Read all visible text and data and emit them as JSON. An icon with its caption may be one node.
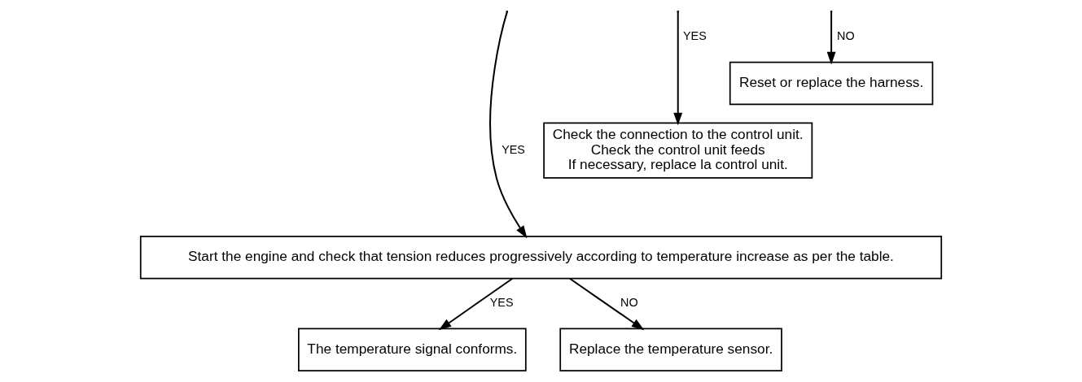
{
  "diagram": {
    "nodes": [
      {
        "text": [
          "Check the connection to the control unit.",
          "Check the control unit feeds",
          "If necessary, replace la control unit."
        ]
      },
      {
        "text": [
          "Reset or replace the harness."
        ]
      },
      {
        "text": [
          "Start the engine and check that tension reduces progressively according to temperature increase as per the table."
        ]
      },
      {
        "text": [
          "The temperature signal conforms."
        ]
      },
      {
        "text": [
          "Replace the temperature sensor."
        ]
      }
    ],
    "edges": [
      {
        "from": null,
        "to": 0,
        "arrow": "to",
        "label": "YES"
      },
      {
        "from": null,
        "to": 1,
        "arrow": "to",
        "label": "NO"
      },
      {
        "from": null,
        "to": 2,
        "arrow": "to",
        "label": "YES"
      },
      {
        "from": 2,
        "to": 3,
        "arrow": "to",
        "label": "YES"
      },
      {
        "from": 2,
        "to": 4,
        "arrow": "to",
        "label": "NO"
      }
    ]
  }
}
